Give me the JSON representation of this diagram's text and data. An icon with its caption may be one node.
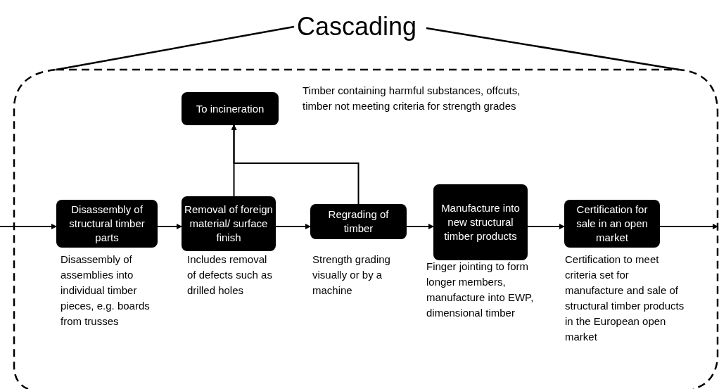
{
  "diagram": {
    "title": "Cascading",
    "nodes": [
      {
        "text": [
          "To incineration"
        ],
        "beside": [
          "Timber containing harmful substances, offcuts, timber not meeting criteria for strength grades"
        ]
      },
      {
        "text": [
          "Disassembly of structural timber parts"
        ],
        "beside": [
          "Disassembly of assemblies into individual timber pieces, e.g. boards from trusses"
        ]
      },
      {
        "text": [
          "Removal of foreign material/ surface finish"
        ],
        "beside": [
          "Includes removal of defects such as drilled holes"
        ]
      },
      {
        "text": [
          "Regrading of timber"
        ],
        "beside": [
          "Strength grading visually or by a machine"
        ]
      },
      {
        "text": [
          "Manufacture into new structural timber products"
        ],
        "beside": [
          "Finger jointing to form longer members, manufacture into EWP, dimensional timber"
        ]
      },
      {
        "text": [
          "Certification for sale in an open market"
        ],
        "beside": [
          "Certification to meet criteria set for manufacture and sale of structural timber products in the European open market"
        ]
      }
    ],
    "edges": [
      {
        "from": null,
        "to": 1,
        "arrow": "to"
      },
      {
        "from": 1,
        "to": 2,
        "arrow": "to"
      },
      {
        "from": 2,
        "to": 3,
        "arrow": "to"
      },
      {
        "from": 3,
        "to": 4,
        "arrow": "to"
      },
      {
        "from": 4,
        "to": 5,
        "arrow": "to"
      },
      {
        "from": 5,
        "to": null,
        "arrow": "to"
      },
      {
        "from": 2,
        "to": 0,
        "arrow": "to"
      },
      {
        "from": 3,
        "to": 0,
        "arrow": "to"
      }
    ]
  }
}
